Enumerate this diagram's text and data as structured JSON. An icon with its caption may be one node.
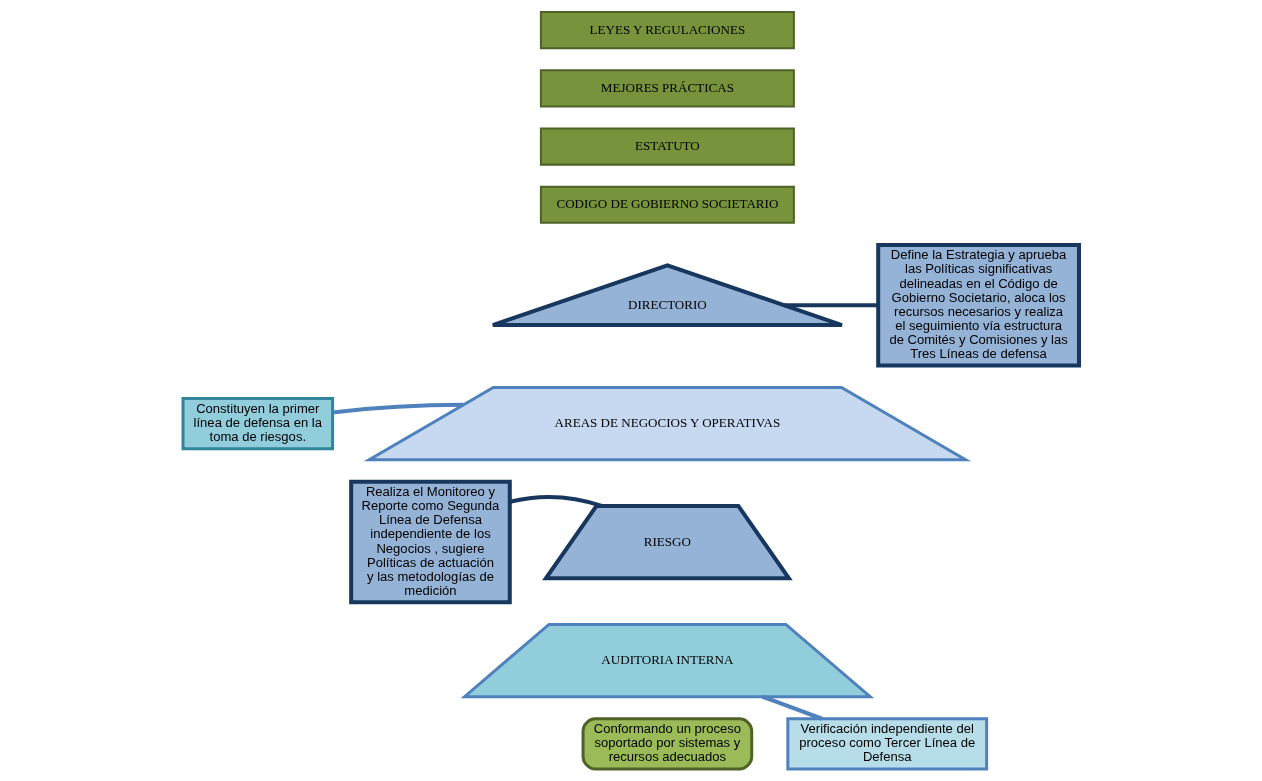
{
  "diagram": {
    "nodes": [
      {
        "text": [
          "LEYES Y REGULACIONES"
        ]
      },
      {
        "text": [
          "MEJORES PRÁCTICAS"
        ]
      },
      {
        "text": [
          "ESTATUTO"
        ]
      },
      {
        "text": [
          "CODIGO DE GOBIERNO SOCIETARIO"
        ]
      },
      {
        "text": [
          "Define la Estrategia y aprueba las Políticas significativas delineadas en el Código de Gobierno Societario, aloca los recursos necesarios y realiza el seguimiento vía estructura de Comités y Comisiones y las Tres Líneas de defensa"
        ]
      },
      {
        "text": [
          "DIRECTORIO"
        ]
      },
      {
        "text": [
          "Constituyen la primer línea de defensa en la toma de riesgos."
        ]
      },
      {
        "text": [
          "AREAS DE NEGOCIOS Y OPERATIVAS"
        ]
      },
      {
        "text": [
          "Realiza el Monitoreo y Reporte como Segunda Línea de Defensa independiente de los Negocios , sugiere Políticas de actuación y las metodologías de medición"
        ]
      },
      {
        "text": [
          "RIESGO"
        ]
      },
      {
        "text": [
          "AUDITORIA INTERNA"
        ]
      },
      {
        "text": [
          "Verificación independiente del proceso como Tercer Línea de Defensa"
        ]
      },
      {
        "text": [
          "Conformando un proceso soportado por sistemas y recursos adecuados"
        ]
      }
    ],
    "edges": [
      {
        "from": 4,
        "to": 5,
        "arrow": "none"
      },
      {
        "from": 6,
        "to": 7,
        "arrow": "none",
        "color": "#4f81bd"
      },
      {
        "from": 8,
        "to": 9,
        "arrow": "none"
      },
      {
        "from": 11,
        "to": 10,
        "arrow": "none",
        "color": "#4f81bd"
      }
    ]
  }
}
